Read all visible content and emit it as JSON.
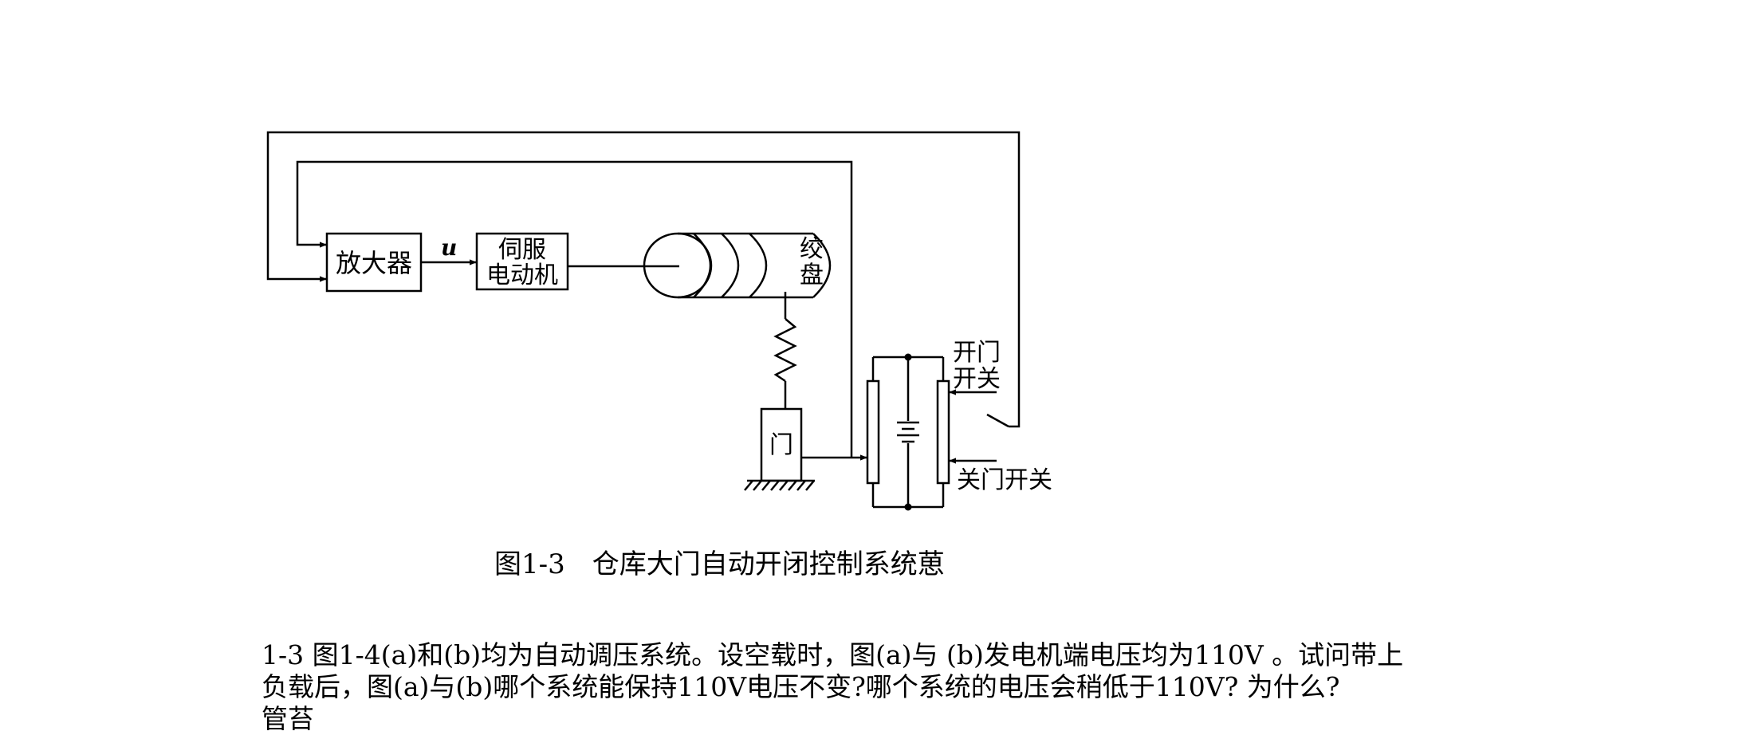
{
  "diagram": {
    "amplifier_label": "放大器",
    "signal_label": "u",
    "servo_motor_line1": "伺服",
    "servo_motor_line2": "电动机",
    "winch_line1": "绞",
    "winch_line2": "盘",
    "door_label": "门",
    "open_switch_line1": "开门",
    "open_switch_line2": "开关",
    "close_switch_label": "关门开关"
  },
  "figure_caption": "图1-3　仓库大门自动开闭控制系统葸",
  "problem": {
    "line1": "1-3 图1-4(a)和(b)均为自动调压系统。设空载时，图(a)与 (b)发电机端电压均为110V 。试问带上",
    "line2": "负载后，图(a)与(b)哪个系统能保持110V电压不变?哪个系统的电压会稍低于110V? 为什么?",
    "line3": "管苔"
  }
}
